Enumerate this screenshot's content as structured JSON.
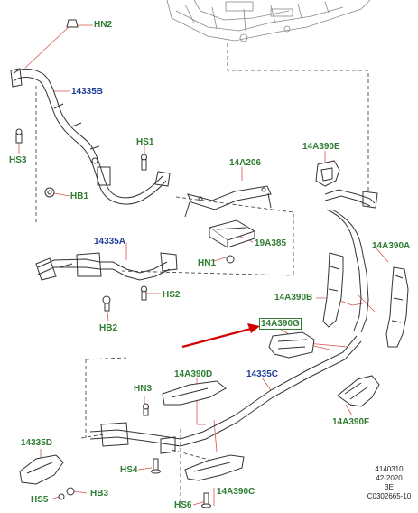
{
  "diagram": {
    "callouts": {
      "hn2": "HN2",
      "p14335b": "14335B",
      "hs1": "HS1",
      "hs3": "HS3",
      "hb1": "HB1",
      "p14a206": "14A206",
      "p14335a": "14335A",
      "p19a385": "19A385",
      "hn1": "HN1",
      "hs2": "HS2",
      "hb2": "HB2",
      "p14a390e": "14A390E",
      "p14a390a": "14A390A",
      "p14a390b": "14A390B",
      "p14a390g": "14A390G",
      "p14a390d": "14A390D",
      "p14335c": "14335C",
      "hn3": "HN3",
      "p14a390f": "14A390F",
      "p14335d": "14335D",
      "hs4": "HS4",
      "p14a390c": "14A390C",
      "hs5": "HS5",
      "hb3": "HB3",
      "hs6": "HS6"
    },
    "reference": {
      "line1": "4140310",
      "line2": "42-2020",
      "line3": "3E",
      "line4": "C0302665-10"
    },
    "colors": {
      "part_number": "#1f3d99",
      "fastener": "#2e7d32",
      "leader": "#d9534f",
      "highlight_arrow": "#d40000",
      "line_art": "#333333"
    }
  }
}
